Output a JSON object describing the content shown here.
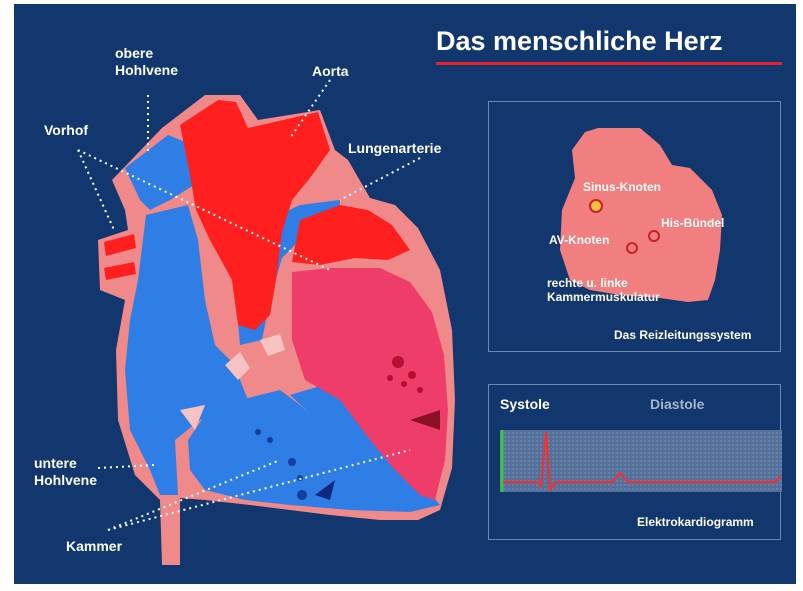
{
  "title": "Das menschliche Herz",
  "labels": {
    "obere_hohlvene": [
      "obere",
      "Hohlvene"
    ],
    "aorta": "Aorta",
    "vorhof": "Vorhof",
    "lungenarterie": "Lungenarterie",
    "untere_hohlvene": [
      "untere",
      "Hohlvene"
    ],
    "kammer": "Kammer"
  },
  "conduction_panel": {
    "sinus": "Sinus-Knoten",
    "his": "His-Bündel",
    "av": "AV-Knoten",
    "muscle": [
      "rechte u. linke",
      "Kammermuskulatur"
    ],
    "caption": "Das Reizleitungssystem"
  },
  "ecg_panel": {
    "systole": "Systole",
    "diastole": "Diastole",
    "caption": "Elektrokardiogramm"
  },
  "colors": {
    "background": "#12366e",
    "oxygenated": "#ff1f1f",
    "deoxygenated": "#2e7ee6",
    "heart_outline": "#f08a8a",
    "accent_line": "#e8202a",
    "ecg_trace": "#ff2a2a",
    "ecg_marker": "#3cc83c"
  }
}
